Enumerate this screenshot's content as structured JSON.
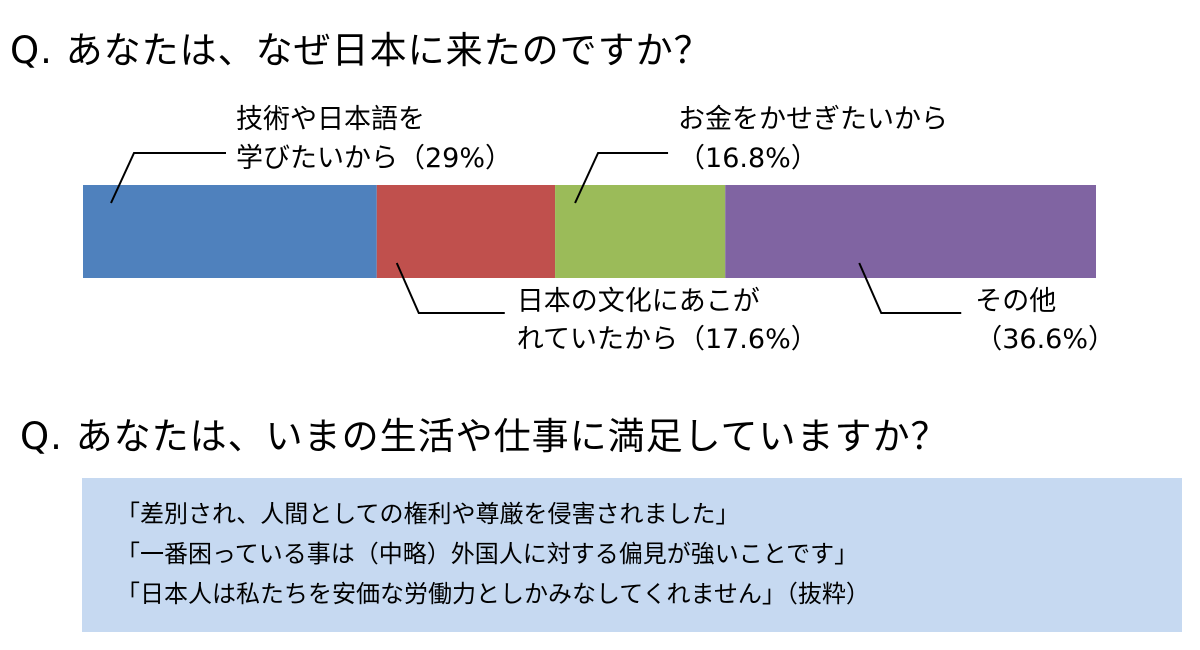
{
  "question1": "Q. あなたは、なぜ日本に来たのですか？",
  "question2": "Q. あなたは、いまの生活や仕事に満足していますか？",
  "chart_data": {
    "type": "bar",
    "orientation": "horizontal",
    "stacked": true,
    "title": "",
    "xlim": [
      0,
      100
    ],
    "grid": false,
    "legend": "none",
    "segments": [
      {
        "label": [
          "技術や日本語を",
          "学びたいから（29%）"
        ],
        "value": 29,
        "color": "#4f81bd"
      },
      {
        "label": [
          "日本の文化にあこが",
          "れていたから（17.6%）"
        ],
        "value": 17.6,
        "color": "#c0504d"
      },
      {
        "label": [
          "お金をかせぎたいから",
          "（16.8%）"
        ],
        "value": 16.8,
        "color": "#9bbb59"
      },
      {
        "label": [
          "その他",
          "（36.6%）"
        ],
        "value": 36.6,
        "color": "#8064a2"
      }
    ]
  },
  "quotes": {
    "line1": "「差別され、人間としての権利や尊厳を侵害されました」",
    "line2": "「一番困っている事は（中略）外国人に対する偏見が強いことです」",
    "line3": "「日本人は私たちを安価な労働力としかみなしてくれません」（抜粋）"
  }
}
